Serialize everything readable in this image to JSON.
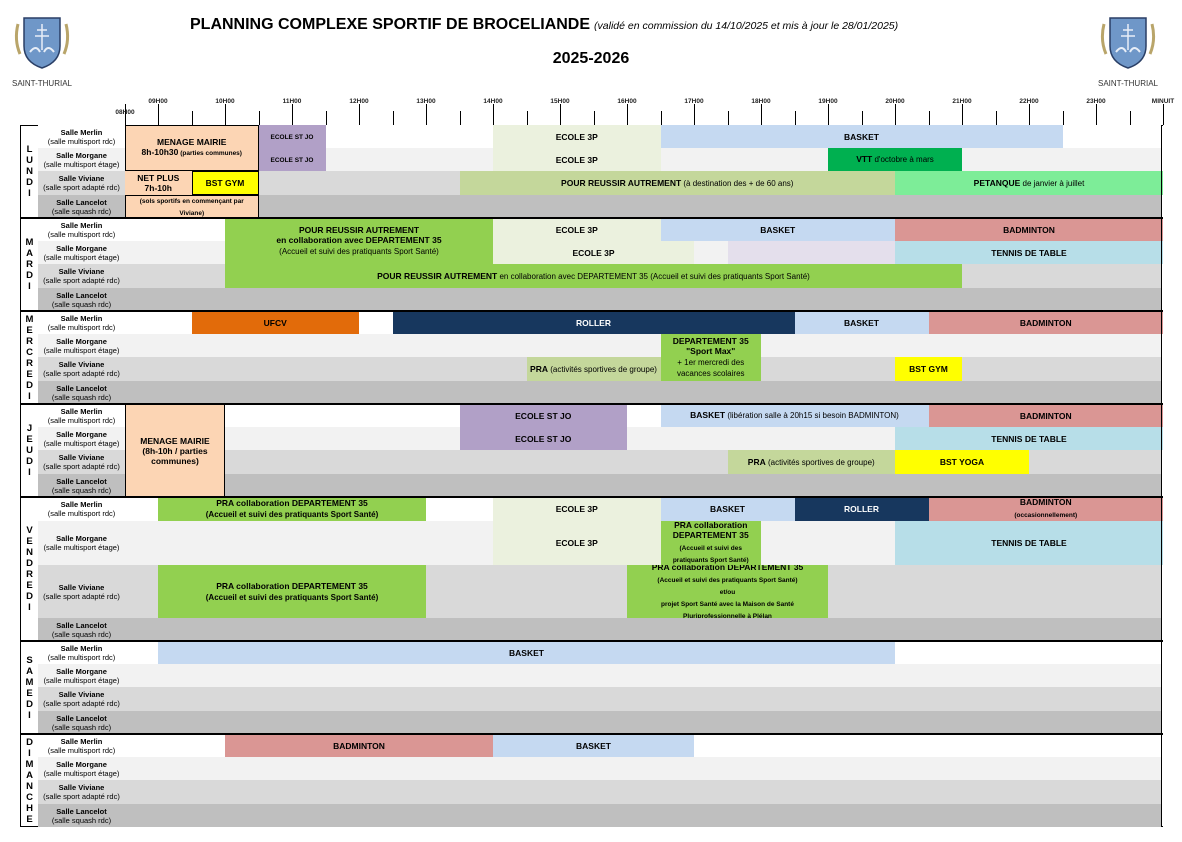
{
  "header": {
    "title": "PLANNING COMPLEXE SPORTIF DE BROCELIANDE",
    "note": "(validé en commission du 14/10/2025 et mis à jour le 28/01/2025)",
    "season": "2025-2026",
    "logo_caption": "SAINT-THURIAL"
  },
  "time_axis": {
    "labels": [
      {
        "h": 8.5,
        "t": "08H00"
      },
      {
        "h": 9,
        "t": "09H00"
      },
      {
        "h": 10,
        "t": "10H00"
      },
      {
        "h": 11,
        "t": "11H00"
      },
      {
        "h": 12,
        "t": "12H00"
      },
      {
        "h": 13,
        "t": "13H00"
      },
      {
        "h": 14,
        "t": "14H00"
      },
      {
        "h": 15,
        "t": "15H00"
      },
      {
        "h": 16,
        "t": "16H00"
      },
      {
        "h": 17,
        "t": "17H00"
      },
      {
        "h": 18,
        "t": "18H00"
      },
      {
        "h": 19,
        "t": "19H00"
      },
      {
        "h": 20,
        "t": "20H00"
      },
      {
        "h": 21,
        "t": "21H00"
      },
      {
        "h": 22,
        "t": "22H00"
      },
      {
        "h": 23,
        "t": "23H00"
      },
      {
        "h": 24,
        "t": "MINUIT"
      }
    ],
    "start": 8.5,
    "end": 24
  },
  "rooms": [
    {
      "name": "Salle Merlin",
      "detail": "(salle multisport rdc)",
      "bg": "#ffffff"
    },
    {
      "name": "Salle Morgane",
      "detail": "(salle multisport étage)",
      "bg": "#f2f2f2"
    },
    {
      "name": "Salle Viviane",
      "detail": "(salle sport adapté rdc)",
      "bg": "#d9d9d9"
    },
    {
      "name": "Salle Lancelot",
      "detail": "(salle squash rdc)",
      "bg": "#bfbfbf"
    }
  ],
  "colors": {
    "menage": "#fcd5b4",
    "ecole_st_jo": "#b1a0c7",
    "ecole_3p": "#ebf1de",
    "basket": "#c5d9f1",
    "vtt": "#00b050",
    "pra_light": "#c4d79b",
    "petanque": "#7ded98",
    "pra_green": "#92d050",
    "badminton": "#da9694",
    "tennis": "#b7dee8",
    "lavender": "#e4dfec",
    "ufcv": "#e26b0a",
    "roller": "#17375e",
    "yellow": "#ffff00"
  },
  "days": [
    {
      "name": "LUNDI",
      "blocks": [
        {
          "label": "MENAGE MAIRIE\n8h-10h30",
          "detail": " (parties communes)",
          "small": true,
          "rooms": [
            0,
            1
          ],
          "start": 8.5,
          "end": 10.5,
          "color": "#fcd5b4",
          "outlined": true
        },
        {
          "label": "NET PLUS\n7h-10h",
          "rooms": [
            2,
            2
          ],
          "start": 8.5,
          "end": 9.5,
          "color": "#fcd5b4"
        },
        {
          "label": "BST GYM",
          "rooms": [
            2,
            2
          ],
          "start": 9.5,
          "end": 10.5,
          "color": "#ffff00",
          "outlined": true
        },
        {
          "detail": "(sols sportifs en commençant par Viviane)",
          "small": true,
          "rooms": [
            3,
            3
          ],
          "start": 8.5,
          "end": 10.5,
          "color": "#fcd5b4",
          "outlined": true
        },
        {
          "detail": "ECOLE ST JO",
          "small": true,
          "rooms": [
            0,
            0
          ],
          "start": 10.5,
          "end": 11.5,
          "color": "#b1a0c7"
        },
        {
          "detail": "ECOLE ST JO",
          "small": true,
          "rooms": [
            1,
            1
          ],
          "start": 10.5,
          "end": 11.5,
          "color": "#b1a0c7"
        },
        {
          "label": "ECOLE 3P",
          "rooms": [
            0,
            0
          ],
          "start": 14,
          "end": 16.5,
          "color": "#ebf1de"
        },
        {
          "label": "ECOLE 3P",
          "rooms": [
            1,
            1
          ],
          "start": 14,
          "end": 16.5,
          "color": "#ebf1de"
        },
        {
          "label": "BASKET",
          "rooms": [
            0,
            0
          ],
          "start": 16.5,
          "end": 22.5,
          "color": "#c5d9f1"
        },
        {
          "label": "VTT",
          "detail": " d'octobre à mars",
          "rooms": [
            1,
            1
          ],
          "start": 19,
          "end": 21,
          "color": "#00b050"
        },
        {
          "label": "POUR REUSSIR AUTREMENT",
          "detail": " (à destination des + de 60 ans)",
          "rooms": [
            2,
            2
          ],
          "start": 13.5,
          "end": 20,
          "color": "#c4d79b"
        },
        {
          "label": "PETANQUE",
          "detail": " de janvier à juillet",
          "rooms": [
            2,
            2
          ],
          "start": 20,
          "end": 24,
          "color": "#7ded98"
        }
      ]
    },
    {
      "name": "MARDI",
      "blocks": [
        {
          "label": "POUR REUSSIR AUTREMENT\nen collaboration avec DEPARTEMENT 35",
          "detail": "\n(Accueil et suivi des pratiquants Sport Santé)",
          "rooms": [
            0,
            1
          ],
          "start": 10,
          "end": 14,
          "color": "#92d050"
        },
        {
          "label": "ECOLE 3P",
          "rooms": [
            0,
            0
          ],
          "start": 14,
          "end": 16.5,
          "color": "#ebf1de"
        },
        {
          "label": "ECOLE 3P",
          "rooms": [
            1,
            1
          ],
          "start": 14,
          "end": 17,
          "color": "#ebf1de"
        },
        {
          "rooms": [
            1,
            1
          ],
          "start": 17.5,
          "end": 20,
          "color": "#e4dfec"
        },
        {
          "label": "BASKET",
          "rooms": [
            0,
            0
          ],
          "start": 16.5,
          "end": 20,
          "color": "#c5d9f1"
        },
        {
          "label": "BADMINTON",
          "rooms": [
            0,
            0
          ],
          "start": 20,
          "end": 24,
          "color": "#da9694"
        },
        {
          "label": "TENNIS DE TABLE",
          "rooms": [
            1,
            1
          ],
          "start": 20,
          "end": 24,
          "color": "#b7dee8"
        },
        {
          "label": "POUR REUSSIR AUTREMENT",
          "detail": " en collaboration avec DEPARTEMENT 35 (Accueil et suivi des pratiquants Sport Santé)",
          "rooms": [
            2,
            2
          ],
          "start": 10,
          "end": 21,
          "color": "#92d050"
        }
      ]
    },
    {
      "name": "MERCREDI",
      "blocks": [
        {
          "label": "UFCV",
          "rooms": [
            0,
            0
          ],
          "start": 9.5,
          "end": 12,
          "color": "#e26b0a"
        },
        {
          "label": "ROLLER",
          "rooms": [
            0,
            0
          ],
          "start": 12.5,
          "end": 18.5,
          "color": "#17375e",
          "text": "#ffffff"
        },
        {
          "label": "BASKET",
          "rooms": [
            0,
            0
          ],
          "start": 18.5,
          "end": 20.5,
          "color": "#c5d9f1"
        },
        {
          "label": "BADMINTON",
          "rooms": [
            0,
            0
          ],
          "start": 20.5,
          "end": 24,
          "color": "#da9694"
        },
        {
          "label": "DEPARTEMENT 35\n\"Sport Max\"",
          "detail": "\n+ 1er mercredi des\nvacances scolaires",
          "rooms": [
            1,
            2
          ],
          "start": 16.5,
          "end": 18,
          "color": "#92d050"
        },
        {
          "label": "PRA",
          "detail": " (activités sportives de groupe)",
          "rooms": [
            2,
            2
          ],
          "start": 14.5,
          "end": 16.5,
          "color": "#c4d79b"
        },
        {
          "label": "BST GYM",
          "rooms": [
            2,
            2
          ],
          "start": 20,
          "end": 21,
          "color": "#ffff00"
        }
      ]
    },
    {
      "name": "JEUDI",
      "blocks": [
        {
          "label": "MENAGE MAIRIE\n(8h-10h / parties\ncommunes)",
          "rooms": [
            0,
            3
          ],
          "start": 8.5,
          "end": 10,
          "color": "#fcd5b4",
          "outlined": true
        },
        {
          "label": "ECOLE ST JO",
          "rooms": [
            0,
            0
          ],
          "start": 13.5,
          "end": 16,
          "color": "#b1a0c7"
        },
        {
          "label": "ECOLE ST JO",
          "rooms": [
            1,
            1
          ],
          "start": 13.5,
          "end": 16,
          "color": "#b1a0c7"
        },
        {
          "label": "BASKET",
          "detail": " (libération salle à 20h15 si besoin BADMINTON)",
          "rooms": [
            0,
            0
          ],
          "start": 16.5,
          "end": 20.5,
          "color": "#c5d9f1"
        },
        {
          "label": "BADMINTON",
          "rooms": [
            0,
            0
          ],
          "start": 20.5,
          "end": 24,
          "color": "#da9694"
        },
        {
          "label": "TENNIS DE TABLE",
          "rooms": [
            1,
            1
          ],
          "start": 20,
          "end": 24,
          "color": "#b7dee8"
        },
        {
          "label": "PRA",
          "detail": " (activités sportives de groupe)",
          "rooms": [
            2,
            2
          ],
          "start": 17.5,
          "end": 20,
          "color": "#c4d79b"
        },
        {
          "label": "BST YOGA",
          "rooms": [
            2,
            2
          ],
          "start": 20,
          "end": 22,
          "color": "#ffff00"
        }
      ]
    },
    {
      "name": "VENDREDI",
      "blocks": [
        {
          "label": "PRA collaboration DEPARTEMENT 35",
          "detail": "\n(Accueil et suivi des pratiquants Sport Santé)",
          "bolddetail": true,
          "rooms": [
            0,
            0
          ],
          "start": 9,
          "end": 13,
          "color": "#92d050"
        },
        {
          "label": "ECOLE 3P",
          "rooms": [
            0,
            0
          ],
          "start": 14,
          "end": 16.5,
          "color": "#ebf1de"
        },
        {
          "label": "ECOLE 3P",
          "rooms": [
            1,
            1
          ],
          "start": 14,
          "end": 16.5,
          "color": "#ebf1de"
        },
        {
          "label": "BASKET",
          "rooms": [
            0,
            0
          ],
          "start": 16.5,
          "end": 18.5,
          "color": "#c5d9f1"
        },
        {
          "label": "ROLLER",
          "rooms": [
            0,
            0
          ],
          "start": 18.5,
          "end": 20.5,
          "color": "#17375e",
          "text": "#ffffff"
        },
        {
          "label": "BADMINTON",
          "detail": "\n(occasionnellement)",
          "small": true,
          "rooms": [
            0,
            0
          ],
          "start": 20.5,
          "end": 24,
          "color": "#da9694"
        },
        {
          "label": "PRA collaboration\nDEPARTEMENT 35",
          "detail": "\n(Accueil et suivi des pratiquants Sport Santé)",
          "small": true,
          "rooms": [
            1,
            1
          ],
          "start": 16.5,
          "end": 18,
          "color": "#92d050"
        },
        {
          "label": "TENNIS DE TABLE",
          "rooms": [
            1,
            1
          ],
          "start": 20,
          "end": 24,
          "color": "#b7dee8"
        },
        {
          "label": "PRA collaboration DEPARTEMENT 35",
          "detail": "\n(Accueil et suivi des pratiquants Sport Santé)",
          "bolddetail": true,
          "rooms": [
            2,
            2
          ],
          "start": 9,
          "end": 13,
          "color": "#92d050"
        },
        {
          "label": "PRA collaboration DEPARTEMENT 35",
          "detail": "\n(Accueil et suivi des pratiquants Sport Santé)\net/ou\nprojet Sport Santé avec la Maison de Santé\nPluriprofessionnelle à Plélan",
          "small": true,
          "rooms": [
            2,
            2
          ],
          "start": 16,
          "end": 19,
          "color": "#92d050"
        }
      ]
    },
    {
      "name": "SAMEDI",
      "blocks": [
        {
          "label": "BASKET",
          "rooms": [
            0,
            0
          ],
          "start": 9,
          "end": 20,
          "color": "#c5d9f1"
        }
      ]
    },
    {
      "name": "DIMANCHE",
      "blocks": [
        {
          "label": "BADMINTON",
          "rooms": [
            0,
            0
          ],
          "start": 10,
          "end": 14,
          "color": "#da9694"
        },
        {
          "label": "BASKET",
          "rooms": [
            0,
            0
          ],
          "start": 14,
          "end": 17,
          "color": "#c5d9f1"
        }
      ]
    }
  ]
}
